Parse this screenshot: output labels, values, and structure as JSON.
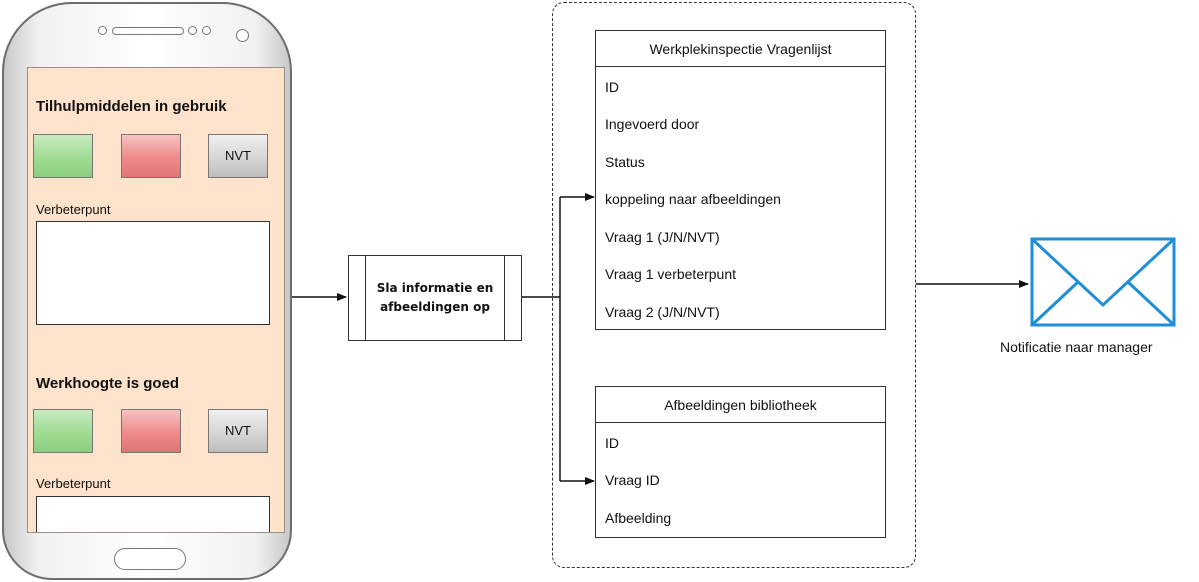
{
  "phone": {
    "sections": [
      {
        "title": "Tilhulpmiddelen in gebruik",
        "nvt_label": "NVT",
        "field_label": "Verbeterpunt"
      },
      {
        "title": "Werkhoogte is goed",
        "nvt_label": "NVT",
        "field_label": "Verbeterpunt"
      }
    ]
  },
  "process": {
    "label": "Sla informatie en\nafbeeldingen op"
  },
  "tables": {
    "questionnaire": {
      "title": "Werkplekinspectie Vragenlijst",
      "rows": [
        "ID",
        "Ingevoerd door",
        "Status",
        "koppeling naar afbeeldingen",
        "Vraag 1 (J/N/NVT)",
        "Vraag 1 verbeterpunt",
        "Vraag 2 (J/N/NVT)"
      ]
    },
    "images": {
      "title": "Afbeeldingen bibliotheek",
      "rows": [
        "ID",
        "Vraag ID",
        "Afbeelding"
      ]
    }
  },
  "notification": {
    "caption": "Notificatie naar manager",
    "icon": "envelope-icon",
    "color": "#1f8ed8"
  },
  "colors": {
    "screen_background": "#fde3cc",
    "yes_button": "#9fdb93",
    "no_button": "#ee8a8a",
    "nvt_button": "#d3d3d3"
  }
}
